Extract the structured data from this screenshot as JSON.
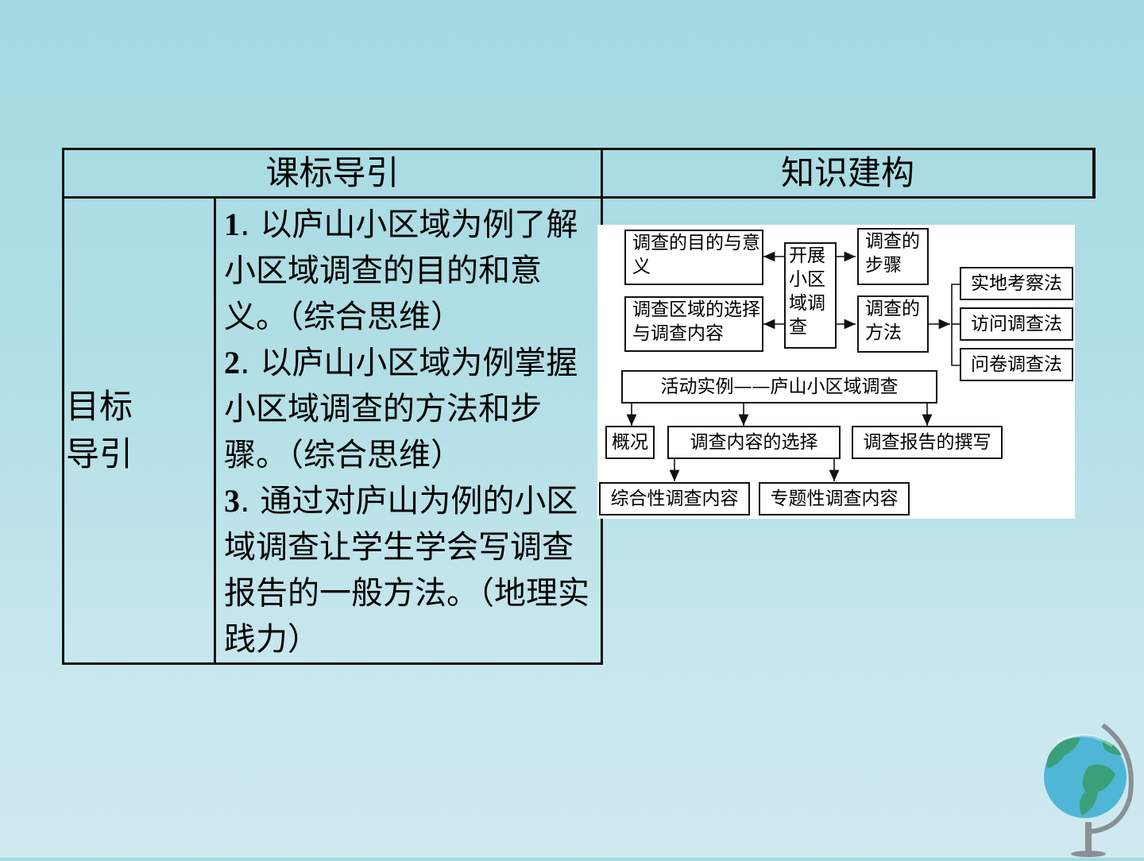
{
  "table": {
    "header_left": "课标导引",
    "header_right": "知识建构",
    "row_label": "目标导引",
    "goals": [
      {
        "num": "1",
        "text": ". 以庐山小区域为例了解小区域调查的目的和意义。（综合思维）"
      },
      {
        "num": "2",
        "text": ". 以庐山小区域为例掌握小区域调查的方法和步骤。（综合思维）"
      },
      {
        "num": "3",
        "text": ". 通过对庐山为例的小区域调查让学生学会写调查报告的一般方法。（地理实践力）"
      }
    ]
  },
  "diagram": {
    "center": "开展小区域调查",
    "purpose": "调查的目的与意义",
    "selection": "调查区域的选择与调查内容",
    "steps": "调查的步骤",
    "methods": "调查的方法",
    "method_items": [
      "实地考察法",
      "访问调查法",
      "问卷调查法"
    ],
    "example": "活动实例——庐山小区域调查",
    "overview": "概况",
    "content_choice": "调查内容的选择",
    "report": "调查报告的撰写",
    "comprehensive": "综合性调查内容",
    "thematic": "专题性调查内容"
  },
  "colors": {
    "background_top": "#a3d9e1",
    "background_bottom": "#cfe9ef",
    "globe_ocean": "#4fb6d6",
    "globe_land": "#3aa07a",
    "globe_stand": "#8a8f96"
  },
  "icons": {
    "decoration": "globe-icon"
  }
}
